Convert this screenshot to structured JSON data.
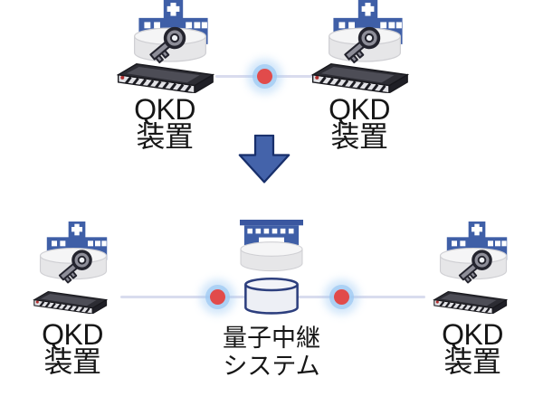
{
  "diagram": {
    "type": "network-topology-comparison",
    "nodes": [
      {
        "id": "qkd-top-left",
        "line1": "QKD",
        "line2": "装置"
      },
      {
        "id": "qkd-top-right",
        "line1": "QKD",
        "line2": "装置"
      },
      {
        "id": "qkd-bottom-left",
        "line1": "QKD",
        "line2": "装置"
      },
      {
        "id": "qkd-bottom-right",
        "line1": "QKD",
        "line2": "装置"
      },
      {
        "id": "quantum-relay",
        "line1": "量子中継",
        "line2": "システム"
      }
    ],
    "links": [
      {
        "id": "top-link",
        "photon_dots": 1
      },
      {
        "id": "bottom-link",
        "photon_dots": 2
      }
    ],
    "icons": {
      "building": "hospital-building-icon",
      "key": "encryption-key-icon",
      "server": "qkd-server-icon",
      "platform": "gray-cylinder-platform-icon",
      "database": "relay-database-cylinder-icon",
      "arrow": "down-arrow-icon",
      "photon": "red-photon-dot"
    },
    "colors": {
      "background": "#ffffff",
      "building_blue": "#3f5fa7",
      "arrow_fill": "#4463aa",
      "arrow_stroke": "#182f6b",
      "link_line": "#d9dcee",
      "photon_red": "#e14b4b",
      "photon_glow": "#9ec9f3",
      "key_gray": "#8e8e99",
      "key_outline": "#24242e",
      "server_top": "#2c2c33",
      "server_front": "#e2e2e6",
      "db_outline": "#2d3f7e",
      "platform_gray": "#e6e6e8",
      "text": "#161616"
    }
  }
}
